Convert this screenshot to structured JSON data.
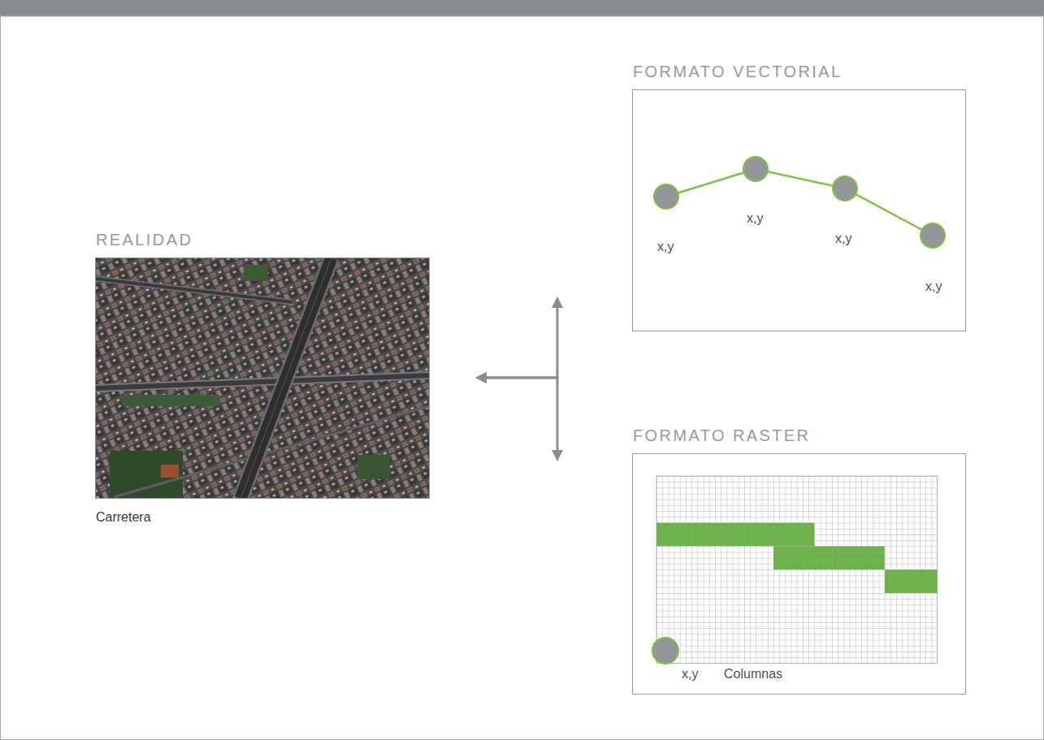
{
  "diagram": {
    "nodes": [
      {
        "text": [
          "REALIDAD",
          "Carretera"
        ]
      },
      {
        "text": [
          "FORMATO VECTORIAL",
          "x,y",
          "x,y",
          "x,y",
          "x,y"
        ]
      },
      {
        "text": [
          "FORMATO RASTER",
          "x,y",
          "Columnas"
        ]
      }
    ],
    "edges": [
      {
        "from": 1,
        "to": 0,
        "arrow": "both"
      },
      {
        "from": 2,
        "to": 0,
        "arrow": "both"
      }
    ]
  }
}
